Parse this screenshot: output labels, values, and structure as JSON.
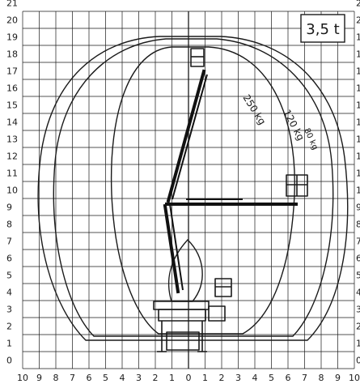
{
  "capacity_badge": "3,5 t",
  "envelopes": [
    {
      "capacity_label": "250 kg"
    },
    {
      "capacity_label": "120 kg"
    },
    {
      "capacity_label": "80 kg"
    }
  ],
  "y_ticks": [
    "0",
    "1",
    "2",
    "3",
    "4",
    "5",
    "6",
    "7",
    "8",
    "9",
    "10",
    "11",
    "12",
    "13",
    "14",
    "15",
    "16",
    "17",
    "18",
    "19",
    "20",
    "21"
  ],
  "x_ticks": [
    "10",
    "9",
    "8",
    "7",
    "6",
    "5",
    "4",
    "3",
    "2",
    "1",
    "0",
    "1",
    "2",
    "3",
    "4",
    "5",
    "6",
    "7",
    "8",
    "9",
    "10"
  ],
  "colors": {
    "line": "#1a1a1a",
    "background": "#ffffff"
  }
}
